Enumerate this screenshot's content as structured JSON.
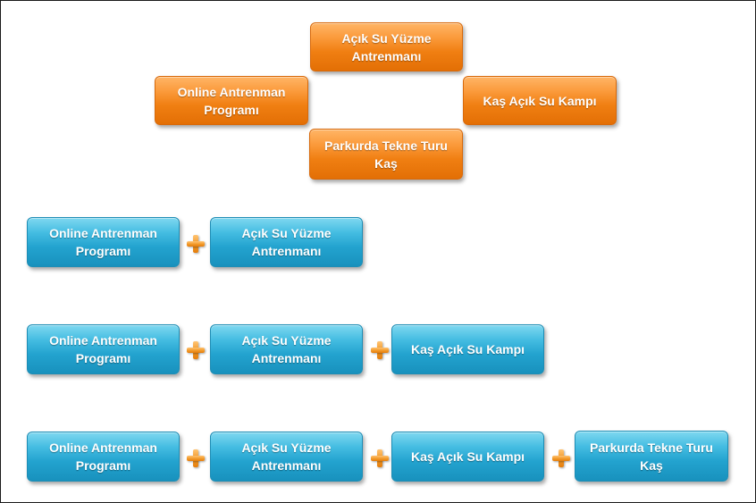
{
  "top_group": {
    "top": "Açık Su Yüzme Antrenmanı",
    "left": "Online Antrenman Programı",
    "right": "Kaş Açık Su Kampı",
    "bottom": "Parkurda Tekne Turu Kaş"
  },
  "rows": [
    {
      "items": [
        "Online Antrenman Programı",
        "Açık Su Yüzme Antrenmanı"
      ]
    },
    {
      "items": [
        "Online Antrenman Programı",
        "Açık Su Yüzme Antrenmanı",
        "Kaş Açık Su Kampı"
      ]
    },
    {
      "items": [
        "Online Antrenman Programı",
        "Açık Su Yüzme Antrenmanı",
        "Kaş Açık Su Kampı",
        "Parkurda Tekne Turu Kaş"
      ]
    }
  ],
  "colors": {
    "orange": "#f07f12",
    "blue": "#23a3cf",
    "plus": "#f29a2a"
  },
  "icons": {
    "plus": "plus-icon"
  }
}
